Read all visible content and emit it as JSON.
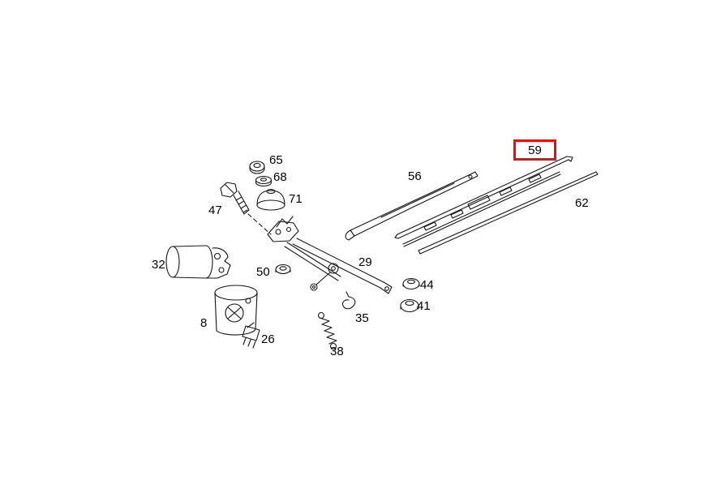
{
  "diagram": {
    "highlight_color": "#e8100e",
    "highlighted_part": "59",
    "parts": [
      {
        "number": "65"
      },
      {
        "number": "68"
      },
      {
        "number": "71"
      },
      {
        "number": "47"
      },
      {
        "number": "32"
      },
      {
        "number": "8"
      },
      {
        "number": "26"
      },
      {
        "number": "50"
      },
      {
        "number": "29"
      },
      {
        "number": "35"
      },
      {
        "number": "38"
      },
      {
        "number": "44"
      },
      {
        "number": "41"
      },
      {
        "number": "56"
      },
      {
        "number": "59"
      },
      {
        "number": "62"
      }
    ]
  }
}
